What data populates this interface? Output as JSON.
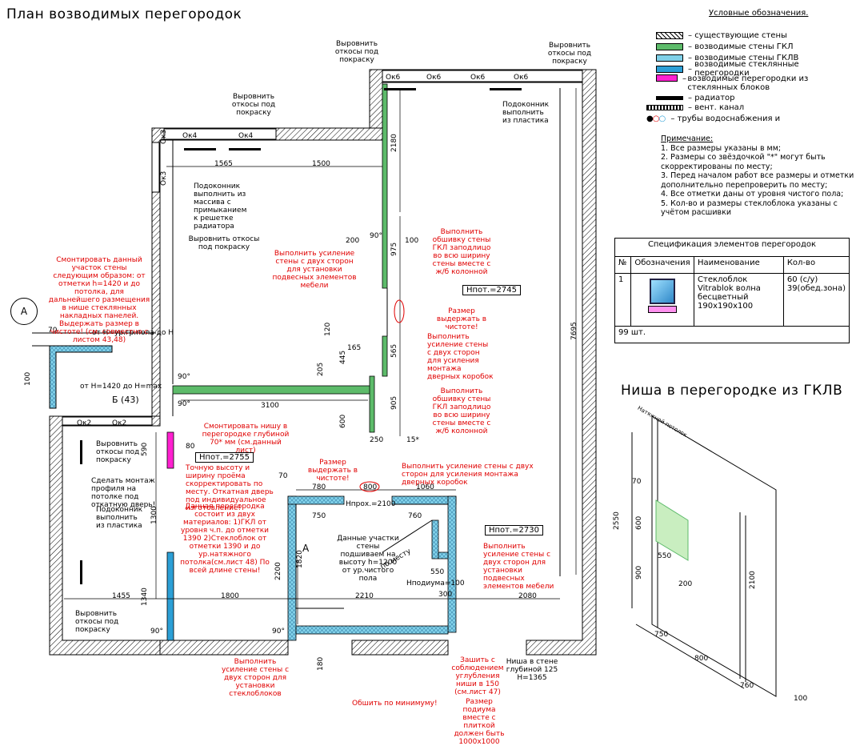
{
  "title": "План возводимых перегородок",
  "niche_title": "Ниша в перегородке из ГКЛВ",
  "legend": {
    "heading": "Условные обозначения.",
    "items": [
      {
        "label": "существующие стены",
        "swatch": "existing"
      },
      {
        "label": "возводимые стены ГКЛ",
        "swatch": "gkl"
      },
      {
        "label": "возводимые стены ГКЛВ",
        "swatch": "gklv"
      },
      {
        "label": "возводимые стеклянные перегородки",
        "swatch": "glass"
      },
      {
        "label": "возводимые перегородки из стеклянных блоков",
        "swatch": "glassblock"
      },
      {
        "label": "радиатор",
        "swatch": "radiator"
      },
      {
        "label": "вент. канал",
        "swatch": "vent"
      },
      {
        "label": "трубы водоснабжения и",
        "swatch": "pipes"
      }
    ]
  },
  "notes": {
    "heading": "Примечание:",
    "lines": [
      "1. Все размеры указаны в мм;",
      "2. Размеры со звёздочкой \"*\" могут быть",
      "скорректированы по месту;",
      "3. Перед началом работ все размеры и отметки",
      "дополнительно перепроверить по месту;",
      "4. Все отметки даны от уровня чистого пола;",
      "5. Кол-во и размеры стеклоблока указаны с",
      "учётом расшивки"
    ]
  },
  "spec": {
    "title": "Спецификация элементов перегородок",
    "headers": [
      "№",
      "Обозначения",
      "Наименование",
      "Кол-во"
    ],
    "row": {
      "num": "1",
      "name": "Стеклоблок Vitrablok волна бесцветный 190х190х100",
      "qty": "60 (с/у) 39(обед.зона)"
    },
    "total": "99 шт."
  },
  "windows": [
    "Ок6",
    "Ок6",
    "Ок6",
    "Ок6",
    "Ок4",
    "Ок4",
    "Ок3",
    "Ок3",
    "Ок2",
    "Ок2"
  ],
  "heights": {
    "h1": "Hпот.=2745",
    "h2": "Hпот.=2755",
    "h3": "Hпот.=2730",
    "h4": "Hпрох.=2100"
  },
  "dims": {
    "d1565": "1565",
    "d1500": "1500",
    "d2180": "2180",
    "d975": "975",
    "d200": "200",
    "d100": "100",
    "d7695": "7695",
    "d3100": "3100",
    "d905": "905",
    "d565": "565",
    "d250": "250",
    "d15": "15*",
    "d1455": "1455",
    "d1800": "1800",
    "d2210": "2210",
    "d2080": "2080",
    "d1820": "1820",
    "d2200": "2200",
    "d1060": "1060",
    "d800": "800",
    "d780": "780",
    "d750": "750",
    "d760": "760",
    "d550": "550",
    "d300": "300",
    "d1300": "1300",
    "d1340": "1340",
    "d590": "590",
    "d80": "80",
    "d70": "70",
    "d2550": "2550",
    "d600": "600",
    "d900": "900",
    "d2100": "2100",
    "d800n": "800",
    "d750n": "750",
    "d760n": "760",
    "d550n": "550",
    "d200n": "200",
    "d100n": "100",
    "d180": "180",
    "d120": "120",
    "d165": "165",
    "d445": "445",
    "d205": "205",
    "d600s": "600"
  },
  "black_notes": {
    "n1": "Выровнить откосы под покраску",
    "n2": "Выровнить откосы под покраску",
    "n3": "Выровнить откосы под покраску",
    "n4": "Подоконник выполнить из пластика",
    "n5": "Подоконник выполнить из массива с примыканием к решетке радиатора",
    "n6": "Выровнить откосы под покраску",
    "n7": "Выровнить откосы под покраску",
    "n8": "Подоконник выполнить из пластика",
    "n9": "Сделать монтаж профиля на потолке под откатную дверь!",
    "n10": "Выровнить откосы под покраску",
    "n11": "Данные участки стены подшиваем на высоту h=1200 от ур.чистого пола",
    "n12": "Ниша в стене глубиной 125 H=1365",
    "n13": "Натяжной потолок",
    "n14": "по месту"
  },
  "red_notes": {
    "r1": "Смонтировать данный участок стены следующим образом: от отметки h=1420 и до потолка, для дальнейшего размещения в нише стеклянных накладных панелей. Выдержать размер в чистоте! (см. совместно с листом 43,48)",
    "r2": "Выполнить усиление стены с двух сторон для установки подвесных элементов мебели",
    "r3": "Выполнить обшивку стены ГКЛ заподлицо во всю ширину стены вместе с ж/б колонной",
    "r4": "Размер выдержать в чистоте!",
    "r5": "Выполнить усиление стены с двух сторон для усиления монтажа дверных коробок",
    "r6": "Выполнить обшивку стены ГКЛ заподлицо во всю ширину стены вместе с ж/б колонной",
    "r7": "Смонтировать нишу в перегородке глубиной 70* мм (см.данный лист)",
    "r8": "Точную высоту и ширину проёма скорректировать по месту. Откатная дверь под индивидуальное изготовление!",
    "r9": "Данная перегородка состоит из двух материалов: 1)ГКЛ от уровня ч.п. до отметки 1390 2)Стеклоблок от отметки 1390 и до ур.натяжного потолка(см.лист 48) По всей длине стены!",
    "r10": "Размер выдержать в чистоте!",
    "r11": "Выполнить усиление стены с двух сторон для усиления монтажа дверных коробок",
    "r12": "Выполнить усиление стены с двух сторон для установки подвесных элементов мебели",
    "r13": "Выполнить усиление стены с двух сторон для установки стеклоблоков",
    "r14": "Зашить с соблюдением углубления ниши в 150 (см.лист 47)",
    "r15": "Обшить по минимуму!",
    "r16": "Размер подиума вместе с плиткой должен быть 1000х1000"
  },
  "marks": {
    "a1": "A",
    "a2": "A",
    "b": "Б (43)",
    "h_floor": "от H=ур.гр.пола до H",
    "h_max": "от H=1420 до H=max",
    "p100": "100",
    "p70": "70",
    "h_podium": "Hподиума=100",
    "deg": "90°"
  }
}
